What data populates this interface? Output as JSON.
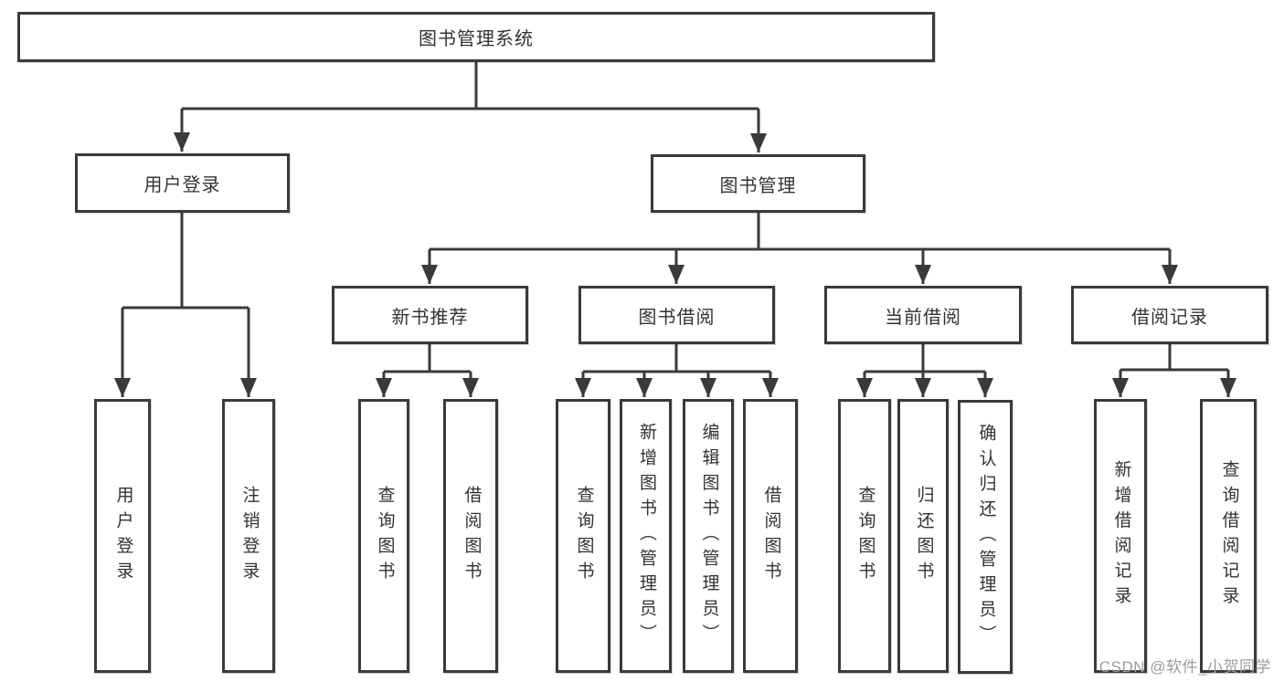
{
  "diagram": {
    "title": "图书管理系统",
    "watermark": "CSDN @软件_小贺同学",
    "colors": {
      "line": "#3a3a3a",
      "text": "#333333",
      "watermark": "#9c9c9c",
      "background": "#ffffff"
    },
    "nodes": {
      "root": {
        "label": "图书管理系统"
      },
      "user_login": {
        "label": "用户登录"
      },
      "book_mgmt": {
        "label": "图书管理"
      },
      "new_book_rec": {
        "label": "新书推荐"
      },
      "book_borrow": {
        "label": "图书借阅"
      },
      "current_borrow": {
        "label": "当前借阅"
      },
      "borrow_records": {
        "label": "借阅记录"
      },
      "leaf_user_login": {
        "label": "用户登录"
      },
      "leaf_logout": {
        "label": "注销登录"
      },
      "leaf_query_book_1": {
        "label": "查询图书"
      },
      "leaf_borrow_book_1": {
        "label": "借阅图书"
      },
      "leaf_query_book_2": {
        "label": "查询图书"
      },
      "leaf_add_book": {
        "label": "新增图书（管理员）"
      },
      "leaf_edit_book": {
        "label": "编辑图书（管理员）"
      },
      "leaf_borrow_book_2": {
        "label": "借阅图书"
      },
      "leaf_query_book_3": {
        "label": "查询图书"
      },
      "leaf_return_book": {
        "label": "归还图书"
      },
      "leaf_confirm_return": {
        "label": "确认归还（管理员）"
      },
      "leaf_add_record": {
        "label": "新增借阅记录"
      },
      "leaf_query_record": {
        "label": "查询借阅记录"
      }
    },
    "hierarchy": {
      "root_children": [
        "用户登录",
        "图书管理"
      ],
      "user_login_children": [
        "用户登录",
        "注销登录"
      ],
      "book_mgmt_children": [
        "新书推荐",
        "图书借阅",
        "当前借阅",
        "借阅记录"
      ],
      "new_book_rec_children": [
        "查询图书",
        "借阅图书"
      ],
      "book_borrow_children": [
        "查询图书",
        "新增图书（管理员）",
        "编辑图书（管理员）",
        "借阅图书"
      ],
      "current_borrow_children": [
        "查询图书",
        "归还图书",
        "确认归还（管理员）"
      ],
      "borrow_records_children": [
        "新增借阅记录",
        "查询借阅记录"
      ]
    }
  }
}
